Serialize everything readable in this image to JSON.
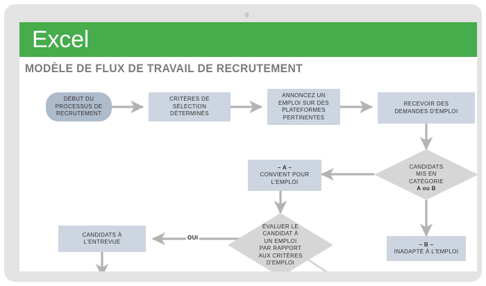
{
  "device": {
    "camera_icon": "camera-dot"
  },
  "app": {
    "brand": "Excel",
    "brand_color": "#46ac4c",
    "doc_title": "MODÈLE DE FLUX DE TRAVAIL DE RECRUTEMENT",
    "title_color": "#7a7a7a"
  },
  "flowchart": {
    "colors": {
      "start_fill": "#aebbcb",
      "process_fill": "#ccd5e0",
      "decision_fill": "#d6d6d6",
      "connector": "#b3b3b3",
      "text": "#303030"
    },
    "nodes": [
      {
        "id": "start",
        "shape": "rounded",
        "text": "DÉBUT DU\nPROCESSUS DE\nRECRUTEMENT"
      },
      {
        "id": "criteria",
        "shape": "rect",
        "text": "CRITÈRES DE\nSÉLECTION\nDÉTERMINÉS"
      },
      {
        "id": "advertise",
        "shape": "rect",
        "text": "ANNONCEZ UN\nEMPLOI SUR DES\nPLATEFORMES\nPERTINENTES"
      },
      {
        "id": "receive",
        "shape": "rect",
        "text": "RECEVOIR DES\nDEMANDES D'EMPLOI"
      },
      {
        "id": "categorize",
        "shape": "diamond",
        "text": "CANDIDATS\nMIS EN\nCATÉGORIE",
        "emphasis": "A ou B"
      },
      {
        "id": "suitable-a",
        "shape": "rect",
        "badge": "– A –",
        "text": "CONVIENT POUR\nL'EMPLOI"
      },
      {
        "id": "unsuitable-b",
        "shape": "rect",
        "badge": "– B –",
        "text": "INADAPTÉ À L'EMPLOI"
      },
      {
        "id": "evaluate",
        "shape": "diamond",
        "text": "ÉVALUER LE\nCANDIDAT À\nUN EMPLOI\nPAR RAPPORT\nAUX CRITÈRES\nD'EMPLOI"
      },
      {
        "id": "interview",
        "shape": "rect",
        "text": "CANDIDATS À\nL'ENTREVUE"
      }
    ],
    "edge_labels": [
      {
        "id": "yes",
        "text": "OUI"
      }
    ]
  }
}
